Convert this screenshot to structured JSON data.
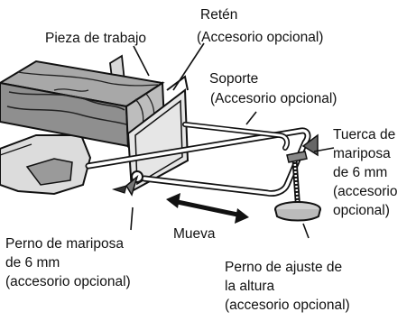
{
  "labels": {
    "workpiece": "Pieza de trabajo",
    "stop_title": "Retén",
    "stop_note": "(Accesorio opcional)",
    "support_title": "Soporte",
    "support_note": "(Accesorio opcional)",
    "wingnut": "Tuerca de\nmariposa\nde 6 mm\n(accesorio\nopcional)",
    "move": "Mueva",
    "wingbolt": "Perno de mariposa\nde 6 mm\n(accesorio opcional)",
    "height_bolt": "Perno de ajuste de\nla altura\n(accesorio opcional)"
  },
  "colors": {
    "line": "#111111",
    "wood": "#9a9a9a",
    "metal": "#d8d8d8",
    "shadow": "#555555"
  }
}
